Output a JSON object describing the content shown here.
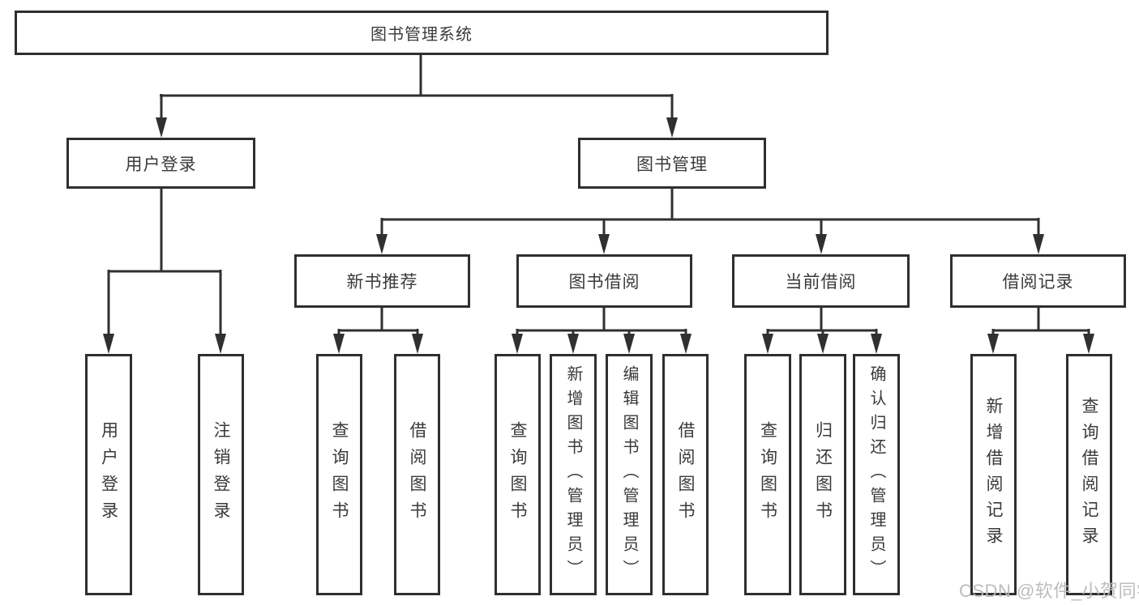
{
  "diagram": {
    "title": "图书管理系统",
    "type": "hierarchy-tree",
    "colors": {
      "line": "#303030",
      "box_border": "#2f2f2f",
      "text": "#3a3a3a",
      "background": "#ffffff",
      "watermark": "#b9b9b9"
    },
    "nodes": {
      "root": "图书管理系统",
      "user_login": "用户登录",
      "book_mgmt": "图书管理",
      "new_books": "新书推荐",
      "book_borrow": "图书借阅",
      "current_borrow": "当前借阅",
      "borrow_records": "借阅记录",
      "ul_user_login": "用户登录",
      "ul_logout": "注销登录",
      "nb_query": "查询图书",
      "nb_borrow": "借阅图书",
      "bb_query": "查询图书",
      "bb_add": "新增图书（管理员）",
      "bb_edit": "编辑图书（管理员）",
      "bb_borrow": "借阅图书",
      "cb_query": "查询图书",
      "cb_return": "归还图书",
      "cb_confirm": "确认归还（管理员）",
      "br_add": "新增借阅记录",
      "br_query": "查询借阅记录"
    },
    "edges": [
      {
        "from": "图书管理系统",
        "to": [
          "用户登录",
          "图书管理"
        ]
      },
      {
        "from": "用户登录",
        "to": [
          "用户登录",
          "注销登录"
        ]
      },
      {
        "from": "图书管理",
        "to": [
          "新书推荐",
          "图书借阅",
          "当前借阅",
          "借阅记录"
        ]
      },
      {
        "from": "新书推荐",
        "to": [
          "查询图书",
          "借阅图书"
        ]
      },
      {
        "from": "图书借阅",
        "to": [
          "查询图书",
          "新增图书（管理员）",
          "编辑图书（管理员）",
          "借阅图书"
        ]
      },
      {
        "from": "当前借阅",
        "to": [
          "查询图书",
          "归还图书",
          "确认归还（管理员）"
        ]
      },
      {
        "from": "借阅记录",
        "to": [
          "新增借阅记录",
          "查询借阅记录"
        ]
      }
    ],
    "watermark": "CSDN @软件_小贺同学"
  }
}
